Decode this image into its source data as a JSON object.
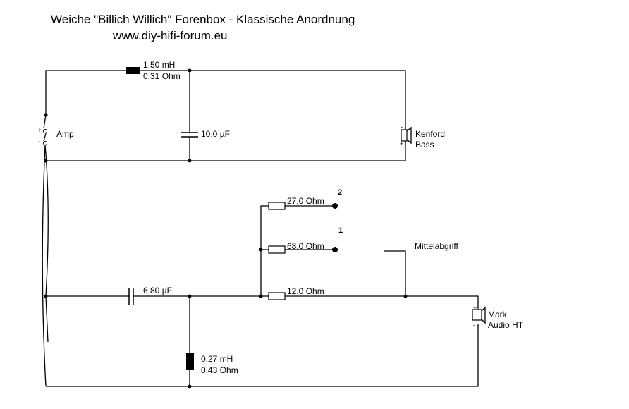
{
  "title": "Weiche \"Billich Willich\" Forenbox - Klassische Anordnung",
  "subtitle": "www.diy-hifi-forum.eu",
  "amp": {
    "label": "Amp",
    "plus": "+",
    "minus": "-"
  },
  "bass": {
    "inductor": {
      "value": "1,50 mH",
      "resistance": "0,31 Ohm"
    },
    "capacitor": {
      "value": "10,0 µF"
    },
    "speaker": {
      "line1": "Kenford",
      "line2": "Bass",
      "plus": "+",
      "minus": "-"
    }
  },
  "tweeter": {
    "capacitor": {
      "value": "6,80 µF"
    },
    "inductor": {
      "value": "0,27 mH",
      "resistance": "0,43 Ohm"
    },
    "resistors": [
      {
        "value": "27,0 Ohm",
        "tap": "2"
      },
      {
        "value": "68,0 Ohm",
        "tap": "1"
      },
      {
        "value": "12,0 Ohm"
      }
    ],
    "center_tap": "Mittelabgriff",
    "speaker": {
      "line1": "Mark",
      "line2": "Audio HT",
      "plus": "+",
      "minus": "-"
    }
  }
}
